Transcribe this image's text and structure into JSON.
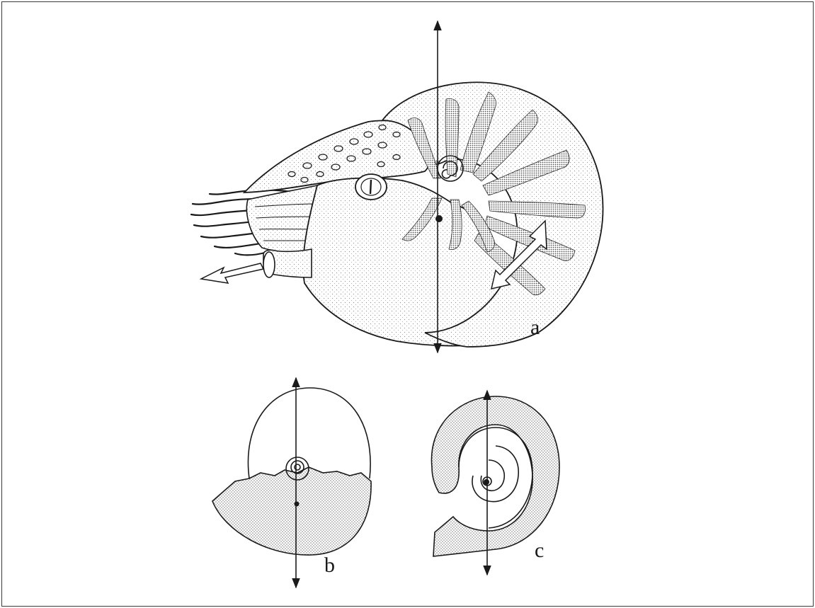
{
  "panels": {
    "a": {
      "label": "a"
    },
    "b": {
      "label": "b"
    },
    "c": {
      "label": "c"
    }
  },
  "colors": {
    "line": "#1a1a1a",
    "stipple": "#8a8a8a",
    "band": "#6e6e6e"
  }
}
